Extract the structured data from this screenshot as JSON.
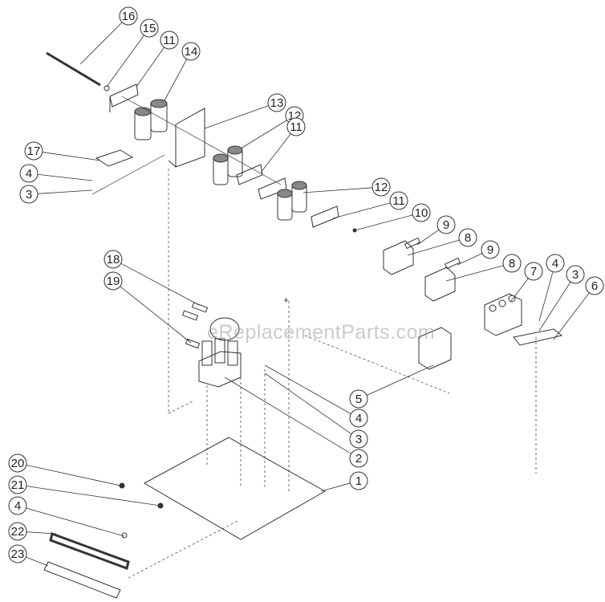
{
  "diagram": {
    "watermark": "eReplacementParts.com",
    "callouts": [
      "16",
      "15",
      "11",
      "14",
      "13",
      "12",
      "11",
      "17",
      "4",
      "3",
      "12",
      "11",
      "10",
      "9",
      "8",
      "9",
      "8",
      "7",
      "4",
      "3",
      "6",
      "18",
      "19",
      "5",
      "4",
      "3",
      "2",
      "1",
      "20",
      "21",
      "4",
      "22",
      "23"
    ]
  },
  "colors": {
    "line": "#333333",
    "background": "#ffffff"
  }
}
